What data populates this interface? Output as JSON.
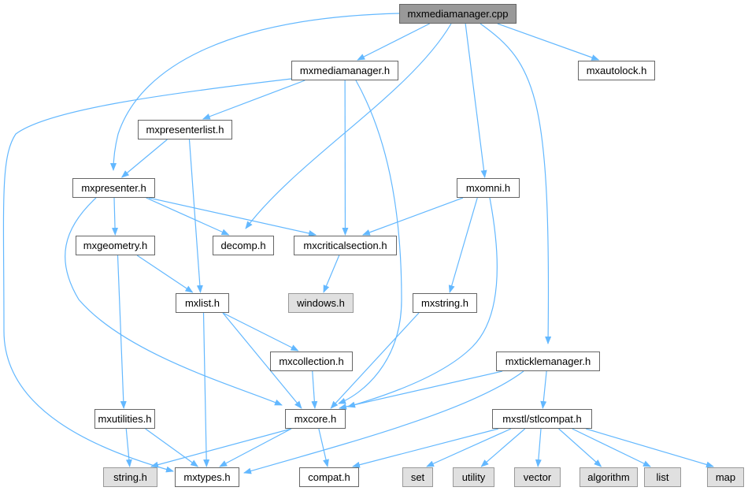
{
  "graph": {
    "nodes": {
      "cpp": {
        "label": "mxmediamanager.cpp",
        "kind": "root"
      },
      "mmh": {
        "label": "mxmediamanager.h",
        "kind": "file"
      },
      "autolock": {
        "label": "mxautolock.h",
        "kind": "file"
      },
      "plist": {
        "label": "mxpresenterlist.h",
        "kind": "file"
      },
      "presenter": {
        "label": "mxpresenter.h",
        "kind": "file"
      },
      "omni": {
        "label": "mxomni.h",
        "kind": "file"
      },
      "geometry": {
        "label": "mxgeometry.h",
        "kind": "file"
      },
      "decomp": {
        "label": "decomp.h",
        "kind": "file"
      },
      "critsec": {
        "label": "mxcriticalsection.h",
        "kind": "file"
      },
      "windows": {
        "label": "windows.h",
        "kind": "external"
      },
      "list": {
        "label": "mxlist.h",
        "kind": "file"
      },
      "string": {
        "label": "mxstring.h",
        "kind": "file"
      },
      "collection": {
        "label": "mxcollection.h",
        "kind": "file"
      },
      "tickle": {
        "label": "mxticklemanager.h",
        "kind": "file"
      },
      "utilities": {
        "label": "mxutilities.h",
        "kind": "file"
      },
      "core": {
        "label": "mxcore.h",
        "kind": "file"
      },
      "stlcompat": {
        "label": "mxstl/stlcompat.h",
        "kind": "file"
      },
      "stringh": {
        "label": "string.h",
        "kind": "external"
      },
      "types": {
        "label": "mxtypes.h",
        "kind": "file"
      },
      "compat": {
        "label": "compat.h",
        "kind": "file"
      },
      "set": {
        "label": "set",
        "kind": "external"
      },
      "utility": {
        "label": "utility",
        "kind": "external"
      },
      "vector": {
        "label": "vector",
        "kind": "external"
      },
      "algorithm": {
        "label": "algorithm",
        "kind": "external"
      },
      "stdlist": {
        "label": "list",
        "kind": "external"
      },
      "map": {
        "label": "map",
        "kind": "external"
      }
    },
    "edges": [
      [
        "cpp",
        "mmh"
      ],
      [
        "cpp",
        "autolock"
      ],
      [
        "cpp",
        "presenter"
      ],
      [
        "cpp",
        "decomp"
      ],
      [
        "cpp",
        "omni"
      ],
      [
        "cpp",
        "tickle"
      ],
      [
        "mmh",
        "plist"
      ],
      [
        "mmh",
        "types"
      ],
      [
        "mmh",
        "critsec"
      ],
      [
        "mmh",
        "core"
      ],
      [
        "plist",
        "presenter"
      ],
      [
        "plist",
        "list"
      ],
      [
        "presenter",
        "geometry"
      ],
      [
        "presenter",
        "decomp"
      ],
      [
        "presenter",
        "critsec"
      ],
      [
        "presenter",
        "core"
      ],
      [
        "omni",
        "critsec"
      ],
      [
        "omni",
        "string"
      ],
      [
        "omni",
        "core"
      ],
      [
        "geometry",
        "list"
      ],
      [
        "geometry",
        "utilities"
      ],
      [
        "critsec",
        "windows"
      ],
      [
        "list",
        "collection"
      ],
      [
        "list",
        "core"
      ],
      [
        "list",
        "types"
      ],
      [
        "string",
        "core"
      ],
      [
        "collection",
        "core"
      ],
      [
        "tickle",
        "core"
      ],
      [
        "tickle",
        "types"
      ],
      [
        "tickle",
        "stlcompat"
      ],
      [
        "utilities",
        "stringh"
      ],
      [
        "utilities",
        "types"
      ],
      [
        "core",
        "stringh"
      ],
      [
        "core",
        "types"
      ],
      [
        "core",
        "compat"
      ],
      [
        "stlcompat",
        "compat"
      ],
      [
        "stlcompat",
        "set"
      ],
      [
        "stlcompat",
        "utility"
      ],
      [
        "stlcompat",
        "vector"
      ],
      [
        "stlcompat",
        "algorithm"
      ],
      [
        "stlcompat",
        "stdlist"
      ],
      [
        "stlcompat",
        "map"
      ]
    ],
    "colors": {
      "edge": "#63b8ff",
      "root_fill": "#999999",
      "external_fill": "#e0e0e0"
    }
  }
}
